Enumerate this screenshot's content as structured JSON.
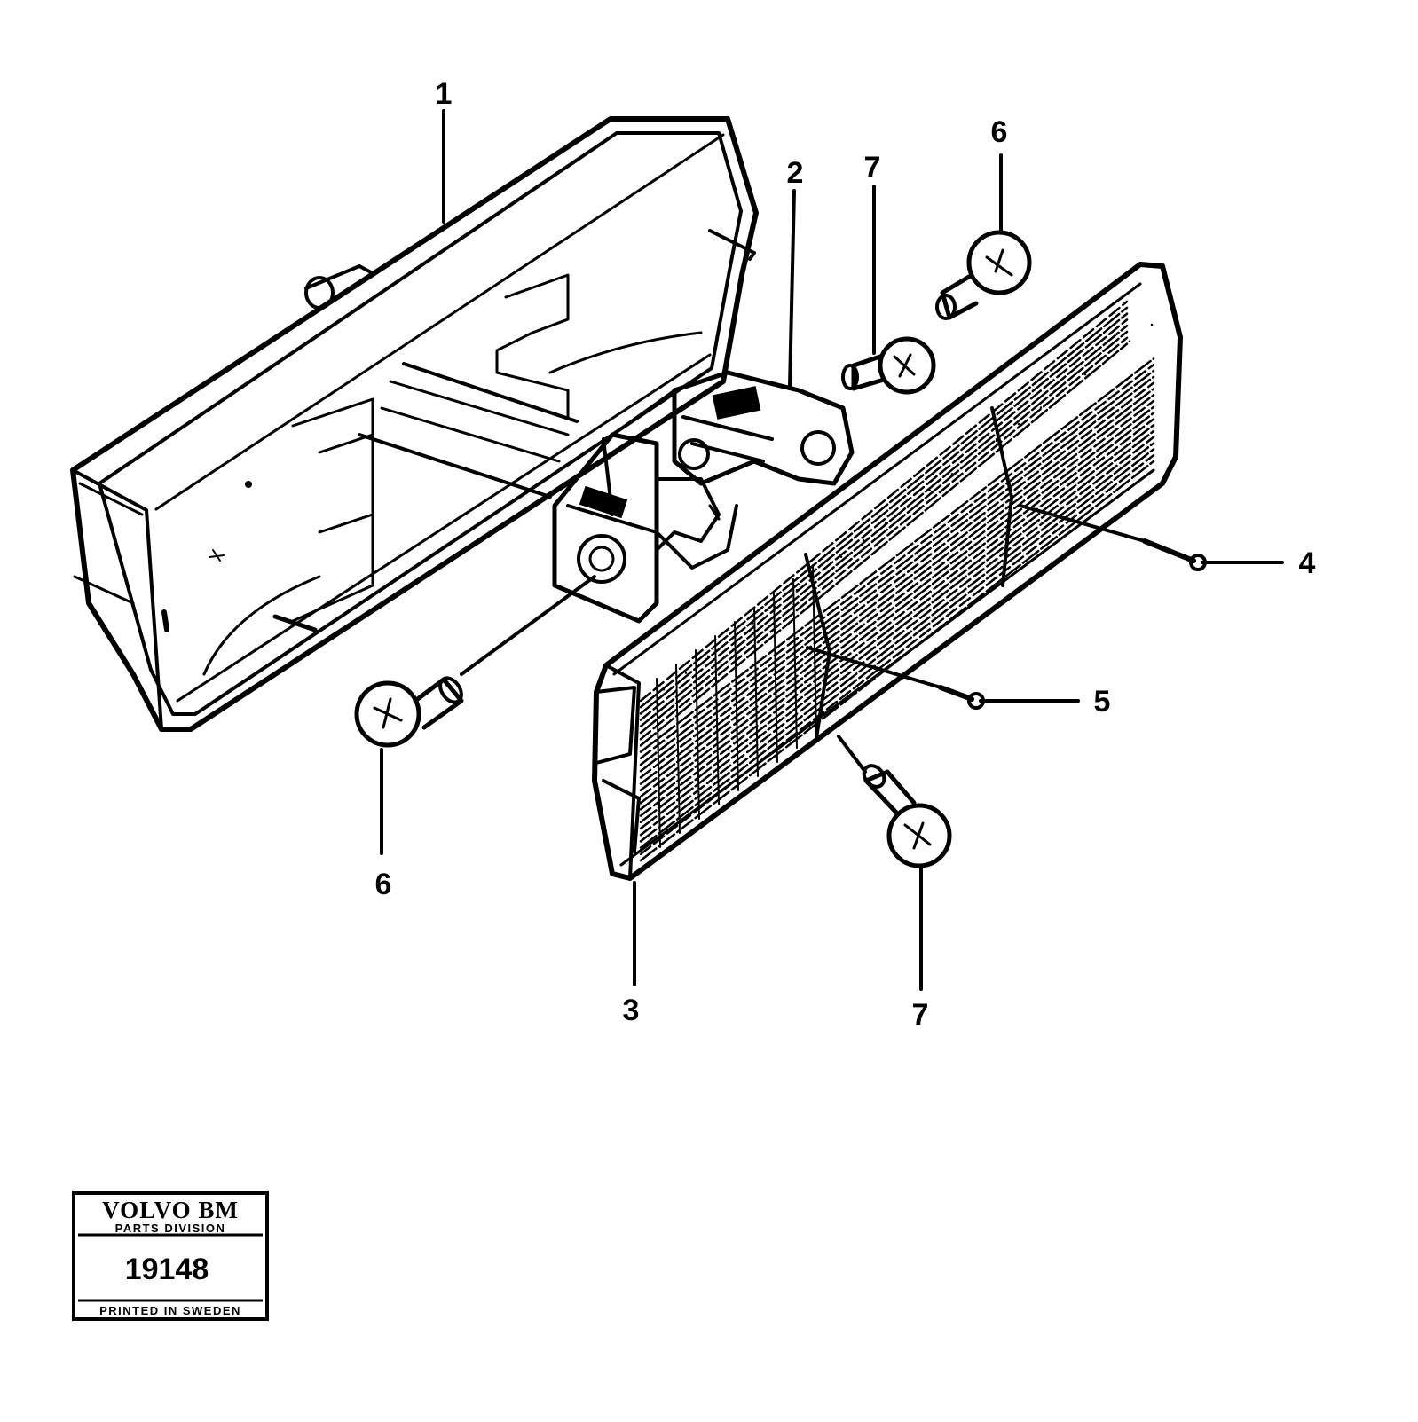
{
  "callouts": [
    {
      "id": "c1",
      "label": "1"
    },
    {
      "id": "c2",
      "label": "2"
    },
    {
      "id": "c3",
      "label": "3"
    },
    {
      "id": "c4",
      "label": "4"
    },
    {
      "id": "c5",
      "label": "5"
    },
    {
      "id": "c6a",
      "label": "6"
    },
    {
      "id": "c6b",
      "label": "6"
    },
    {
      "id": "c7a",
      "label": "7"
    },
    {
      "id": "c7b",
      "label": "7"
    }
  ],
  "stamp": {
    "brand": "VOLVO BM",
    "division": "PARTS DIVISION",
    "number": "19148",
    "printed": "PRINTED IN SWEDEN"
  }
}
